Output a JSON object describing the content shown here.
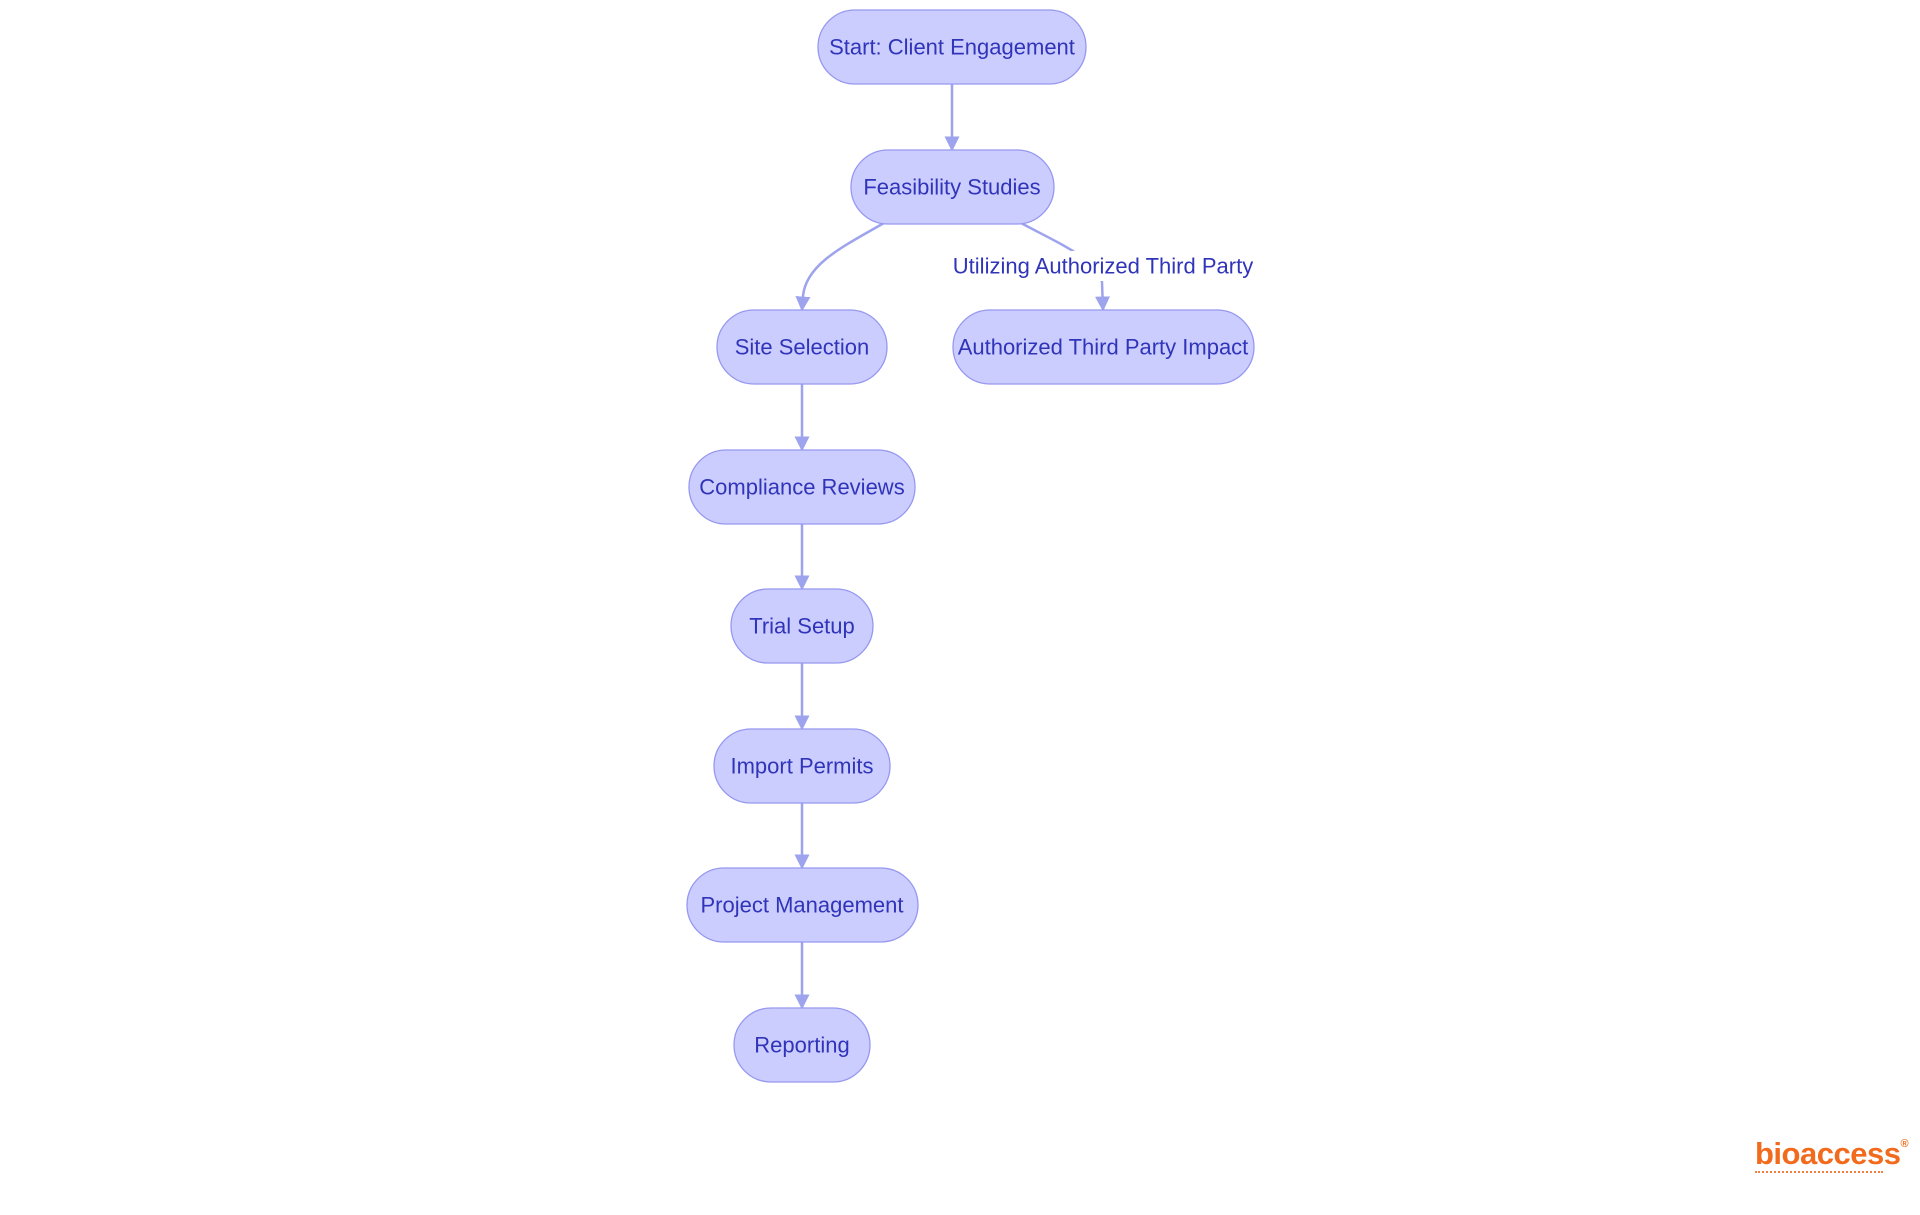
{
  "diagram": {
    "nodes": {
      "start": "Start: Client Engagement",
      "feasibility": "Feasibility Studies",
      "site_selection": "Site Selection",
      "third_party_impact": "Authorized Third Party Impact",
      "compliance": "Compliance Reviews",
      "trial_setup": "Trial Setup",
      "import_permits": "Import Permits",
      "project_management": "Project Management",
      "reporting": "Reporting"
    },
    "edge_labels": {
      "feasibility_to_third_party": "Utilizing Authorized Third Party"
    }
  },
  "logo": {
    "text": "bioaccess",
    "mark": "®",
    "color": "#f26b1d"
  },
  "colors": {
    "node_fill": "#cccdff",
    "node_stroke": "#9698f0",
    "node_text": "#3034b8",
    "edge": "#9ea3ee"
  }
}
